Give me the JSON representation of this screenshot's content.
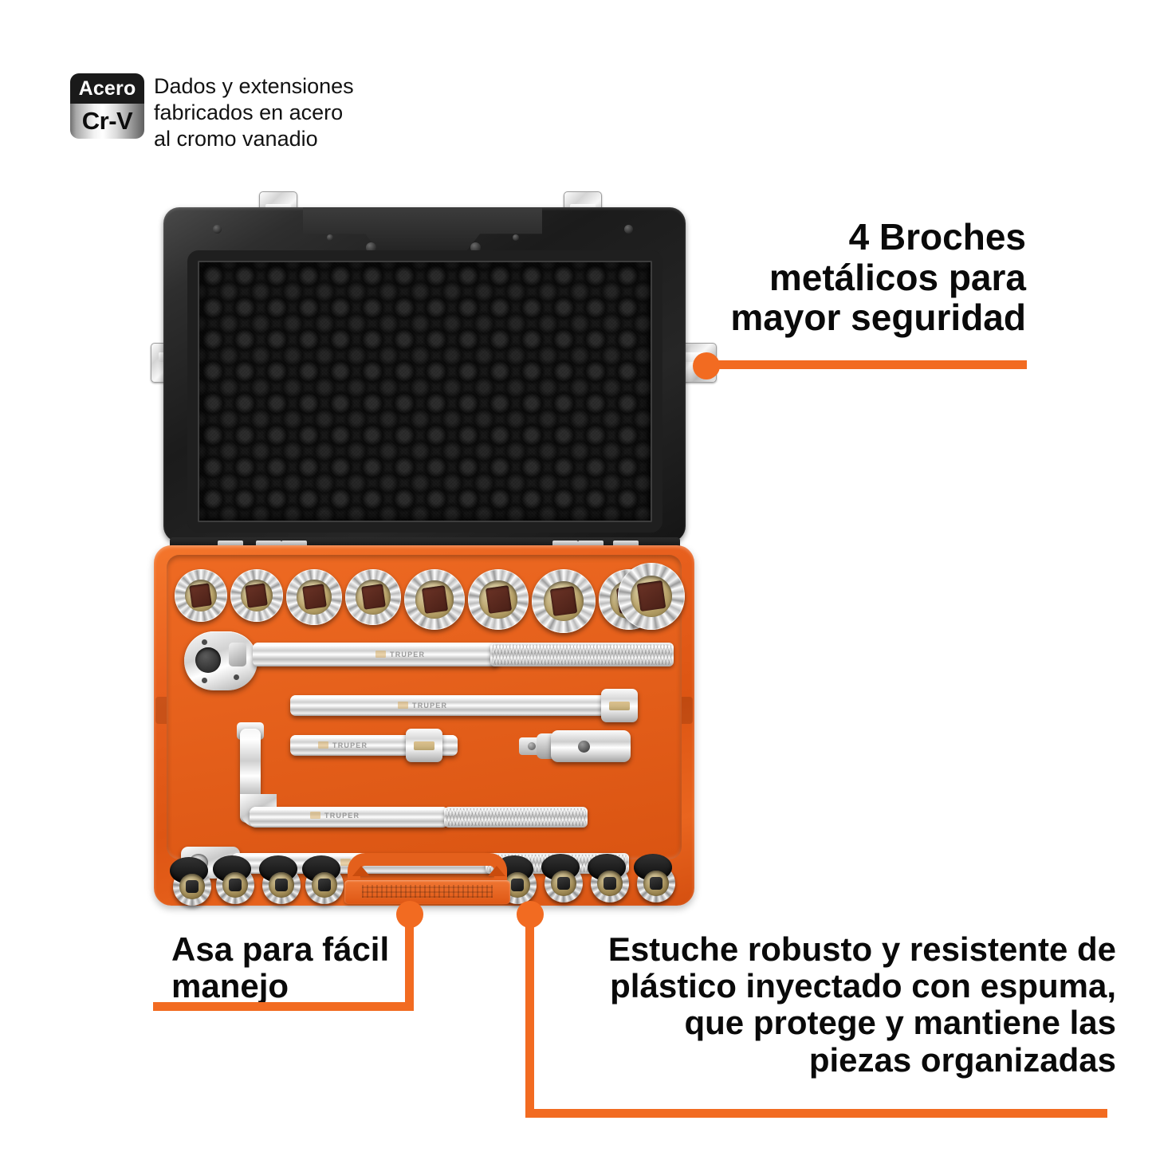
{
  "badge": {
    "top_label": "Acero",
    "bottom_label": "Cr-V",
    "description": "Dados y extensiones fabricados en acero al cromo vanadio"
  },
  "callouts": [
    {
      "id": "broches",
      "text": "4 Broches metálicos para mayor seguridad",
      "position": "top-right"
    },
    {
      "id": "asa",
      "text": "Asa para fácil manejo",
      "position": "bottom-left"
    },
    {
      "id": "estuche",
      "text": "Estuche robusto y resistente de plástico inyectado con espuma, que protege y mantiene las  piezas organizadas",
      "position": "bottom-right"
    }
  ],
  "colors": {
    "accent_orange": "#F26B21",
    "tray_orange": "#E8601E",
    "case_black": "#1b1b1b",
    "text_black": "#0a0a0a",
    "chrome": "#d8d8d8"
  },
  "product": {
    "brand": "TRUPER",
    "case": {
      "lid_label": "lid-with-convoluted-foam",
      "latch_count": 4,
      "handle_label": "carrying-handle"
    },
    "tool_tray": {
      "top_socket_row_count": 9,
      "bottom_left_socket_count": 4,
      "bottom_right_socket_count": 4,
      "tools": [
        "ratchet-handle",
        "long-extension-bar",
        "short-extension-bar",
        "l-shaped-speeder-bar",
        "universal-joint",
        "sliding-t-bar",
        "breaker-bar"
      ]
    }
  }
}
